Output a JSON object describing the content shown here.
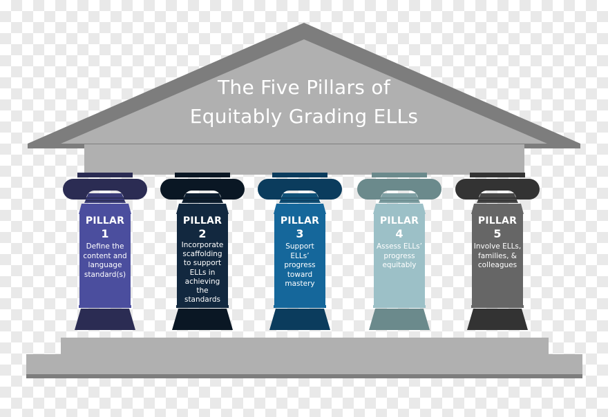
{
  "graphic": {
    "kind": "infographic",
    "subject": "greek-temple-five-pillars"
  },
  "title": {
    "line1": "The Five Pillars of",
    "line2": "Equitably Grading ELLs",
    "color": "#ffffff"
  },
  "structure": {
    "pediment_fill": "#b0b0b0",
    "pediment_border": "#7d7d7d",
    "entablature_fill": "#b0b0b0",
    "platform_fill": "#b0b0b0",
    "platform_shadow": "#7d7d7d"
  },
  "pillars": [
    {
      "label": "PILLAR",
      "number": "1",
      "description": "Define the content and language standard(s)",
      "shaft_color": "#4b4e9e",
      "dark_color": "#2b2c53",
      "accent_color": "#3a3c78"
    },
    {
      "label": "PILLAR",
      "number": "2",
      "description": "Incorporate scaffolding to support ELLs in achieving the standards",
      "shaft_color": "#12283f",
      "dark_color": "#0a1724",
      "accent_color": "#0d1e30"
    },
    {
      "label": "PILLAR",
      "number": "3",
      "description": "Support ELLs’ progress toward mastery",
      "shaft_color": "#15679b",
      "dark_color": "#0b3c5d",
      "accent_color": "#0f5178"
    },
    {
      "label": "PILLAR",
      "number": "4",
      "description": "Assess ELLs’ progress equitably",
      "shaft_color": "#9cc0c7",
      "dark_color": "#6b8a8c",
      "accent_color": "#7fa0a4"
    },
    {
      "label": "PILLAR",
      "number": "5",
      "description": "Involve ELLs, families, & colleagues",
      "shaft_color": "#666666",
      "dark_color": "#333333",
      "accent_color": "#474747"
    }
  ]
}
